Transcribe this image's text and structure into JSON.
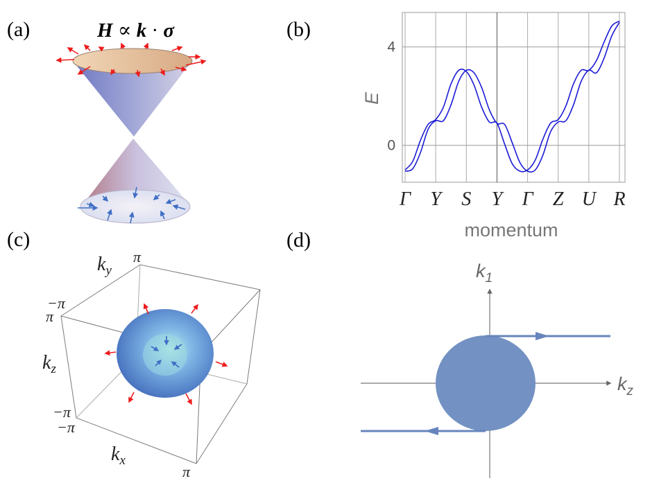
{
  "panels": {
    "a": {
      "label": "(a)",
      "formula": {
        "H": "H",
        "prop": " ∝ ",
        "k": "k",
        "dot": " · ",
        "sigma": "σ"
      },
      "colors": {
        "cone_top": "#e9c9a4",
        "cone_side": "#8c93cc",
        "arrow_out": "#ee1c1c",
        "arrow_in": "#4a78c8"
      }
    },
    "b": {
      "label": "(b)",
      "ylabel": "E",
      "xlabel": "momentum",
      "line_color": "#1a1ad6"
    },
    "c": {
      "label": "(c)",
      "axes": {
        "ky": "k",
        "ky_sub": "y",
        "kz": "k",
        "kz_sub": "z",
        "kx": "k",
        "kx_sub": "x"
      },
      "ticks": {
        "pi_top": "π",
        "mpi_left": "−π",
        "pi_left": "π",
        "mpi_low1": "−π",
        "mpi_low2": "−π",
        "pi_bottom": "π"
      },
      "colors": {
        "sphere": "#5a8fd6",
        "arrow_out": "#ee1c1c",
        "arrow_in": "#3a6ac8"
      }
    },
    "d": {
      "label": "(d)",
      "axes": {
        "k1": "k",
        "k1_sub": "1",
        "kz": "k",
        "kz_sub": "z"
      },
      "colors": {
        "disk": "#7391c2",
        "line": "#6685bd"
      }
    }
  },
  "chart_data": {
    "type": "line",
    "title": "",
    "xlabel": "momentum",
    "ylabel": "E",
    "x_ticks": [
      "Γ",
      "Y",
      "S",
      "Y",
      "Γ",
      "Z",
      "U",
      "R"
    ],
    "y_ticks": [
      0,
      4
    ],
    "ylim": [
      -1.5,
      5.4
    ],
    "grid": true,
    "legend": "none",
    "series": [
      {
        "x": [
          0,
          0.25,
          0.5,
          0.75,
          1,
          1.25,
          1.5,
          1.75,
          2,
          2.25,
          2.5,
          2.75,
          3,
          3.25,
          3.5,
          3.75,
          4,
          4.25,
          4.5,
          4.75,
          5,
          5.25,
          5.5,
          5.75,
          6,
          6.25,
          6.5,
          6.75,
          7
        ],
        "values": [
          -1.0,
          -0.65,
          0.2,
          0.85,
          1.05,
          1.55,
          2.5,
          3.05,
          3.0,
          2.45,
          1.55,
          0.95,
          0.9,
          0.05,
          -0.75,
          -1.05,
          -1.0,
          -0.6,
          0.25,
          0.9,
          1.05,
          1.6,
          2.5,
          3.05,
          3.05,
          3.45,
          4.2,
          4.85,
          5.05
        ]
      },
      {
        "x": [
          0,
          0.25,
          0.5,
          0.75,
          1,
          1.25,
          1.5,
          1.75,
          2,
          2.25,
          2.5,
          2.75,
          3,
          3.25,
          3.5,
          3.75,
          4,
          4.25,
          4.5,
          4.75,
          5,
          5.25,
          5.5,
          5.75,
          6,
          6.25,
          6.5,
          6.75,
          7
        ],
        "values": [
          -1.05,
          -0.95,
          -0.3,
          0.65,
          1.0,
          1.0,
          1.65,
          2.6,
          3.05,
          2.95,
          2.35,
          1.45,
          0.9,
          0.85,
          0.1,
          -0.7,
          -1.05,
          -1.0,
          -0.4,
          0.55,
          0.95,
          1.0,
          1.65,
          2.6,
          3.05,
          2.95,
          3.55,
          4.45,
          5.0
        ]
      }
    ]
  }
}
